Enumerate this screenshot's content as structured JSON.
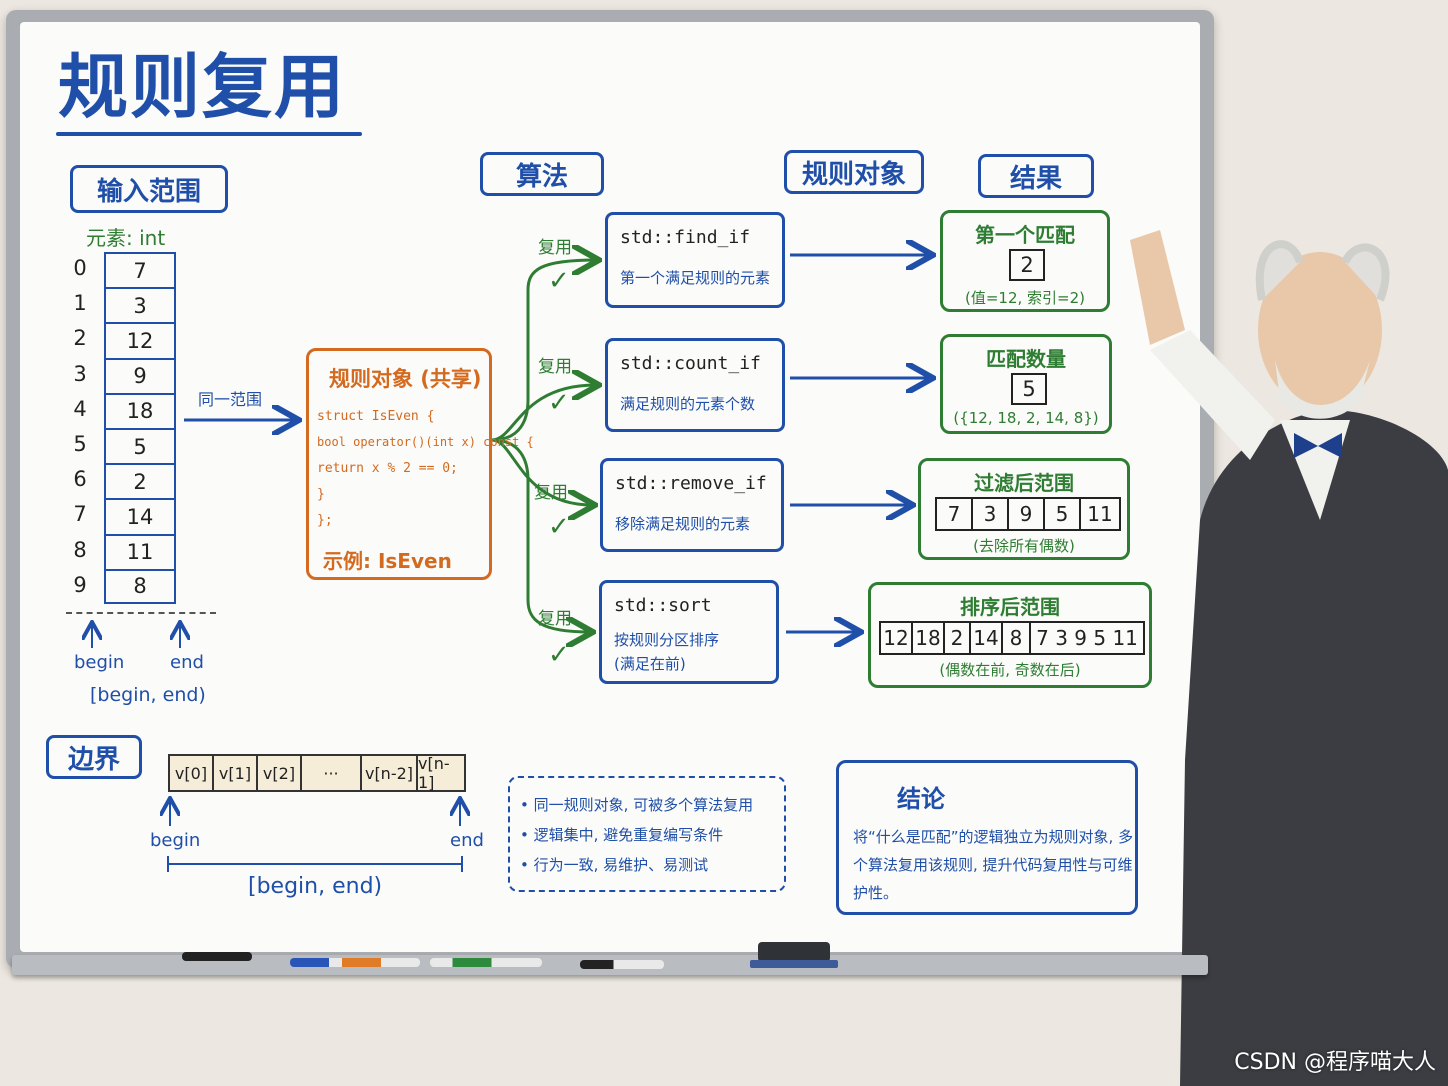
{
  "title": "规则复用",
  "headers": {
    "input_range": "输入范围",
    "algorithm": "算法",
    "rule_object": "规则对象",
    "result": "结果",
    "boundary": "边界"
  },
  "input": {
    "element_type": "元素: int",
    "indices": [
      "0",
      "1",
      "2",
      "3",
      "4",
      "5",
      "6",
      "7",
      "8",
      "9"
    ],
    "values": [
      "7",
      "3",
      "12",
      "9",
      "18",
      "5",
      "2",
      "14",
      "11",
      "8"
    ],
    "begin_label": "begin",
    "end_label": "end",
    "range_label": "[begin, end)",
    "same_range_label": "同一范围"
  },
  "rule": {
    "title": "规则对象 (共享)",
    "code_lines": [
      "struct IsEven {",
      "  bool operator()(int x) const {",
      "    return x % 2 == 0;",
      "  }",
      "};"
    ],
    "example": "示例: IsEven"
  },
  "reuse_label": "复用",
  "algorithms": [
    {
      "name": "std::find_if",
      "desc": [
        "第一个满足规则的元素"
      ]
    },
    {
      "name": "std::count_if",
      "desc": [
        "满足规则的元素个数"
      ]
    },
    {
      "name": "std::remove_if",
      "desc": [
        "移除满足规则的元素"
      ]
    },
    {
      "name": "std::sort",
      "desc": [
        "按规则分区排序",
        "(满足在前)"
      ]
    }
  ],
  "results": {
    "find": {
      "title": "第一个匹配",
      "value": "2",
      "note": "(值=12, 索引=2)"
    },
    "count": {
      "title": "匹配数量",
      "value": "5",
      "note": "({12, 18, 2, 14, 8})"
    },
    "remove": {
      "title": "过滤后范围",
      "values": [
        "7",
        "3",
        "9",
        "5",
        "11"
      ],
      "note": "(去除所有偶数)"
    },
    "sort": {
      "title": "排序后范围",
      "values": [
        "12",
        "18",
        "2",
        "14",
        "8",
        "7 3 9 5 11"
      ],
      "note": "(偶数在前, 奇数在后)"
    }
  },
  "boundary": {
    "cells": [
      "v[0]",
      "v[1]",
      "v[2]",
      "···",
      "v[n-2]",
      "v[n-1]"
    ],
    "begin_label": "begin",
    "end_label": "end",
    "range_label": "[begin, end)"
  },
  "notes": [
    "• 同一规则对象, 可被多个算法复用",
    "• 逻辑集中, 避免重复编写条件",
    "• 行为一致, 易维护、易测试"
  ],
  "conclusion": {
    "title": "结论",
    "body": "将“什么是匹配”的逻辑独立为规则对象, 多个算法复用该规则, 提升代码复用性与可维护性。"
  },
  "watermark": "CSDN @程序喵大人",
  "colors": {
    "blue": "#1f4fa8",
    "green": "#2e7d32",
    "orange": "#d36a1f"
  }
}
